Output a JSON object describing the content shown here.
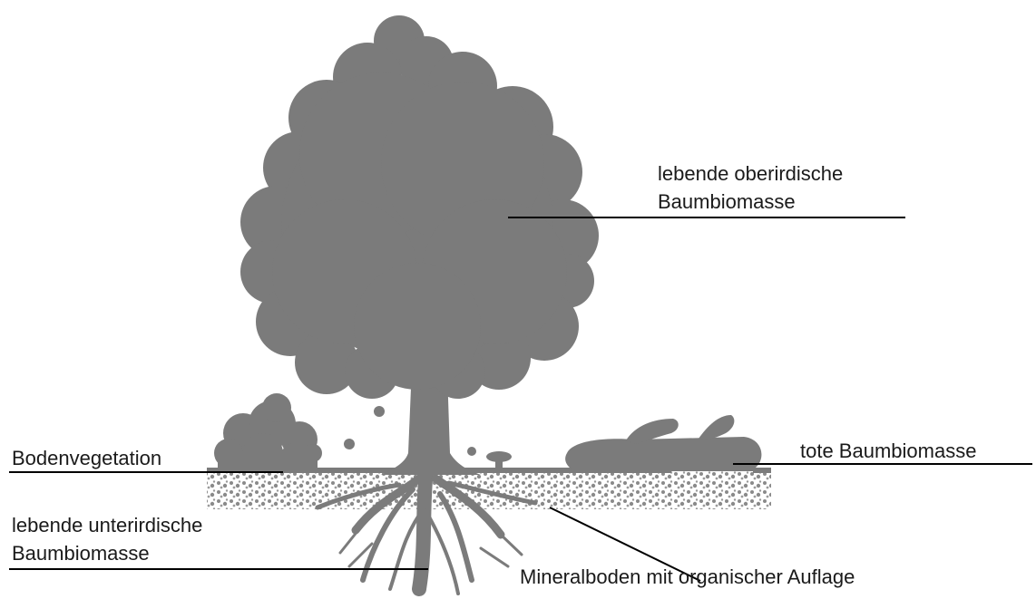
{
  "labels": {
    "above_ground": [
      "lebende oberirdische",
      "Baumbiomasse"
    ],
    "dead_wood": "tote Baumbiomasse",
    "ground_vegetation": "Bodenvegetation",
    "below_ground": [
      "lebende unterirdische",
      "Baumbiomasse"
    ],
    "mineral_soil": "Mineralboden mit organischer Auflage"
  },
  "colors": {
    "silhouette": "#7b7b7b",
    "soil_speckle": "#9a9a9a",
    "leader_line": "#000000",
    "text": "#1a1a1a"
  },
  "icons": [
    "tree-silhouette",
    "shrub-silhouette",
    "log-silhouette",
    "root-system",
    "mushroom-silhouette"
  ]
}
